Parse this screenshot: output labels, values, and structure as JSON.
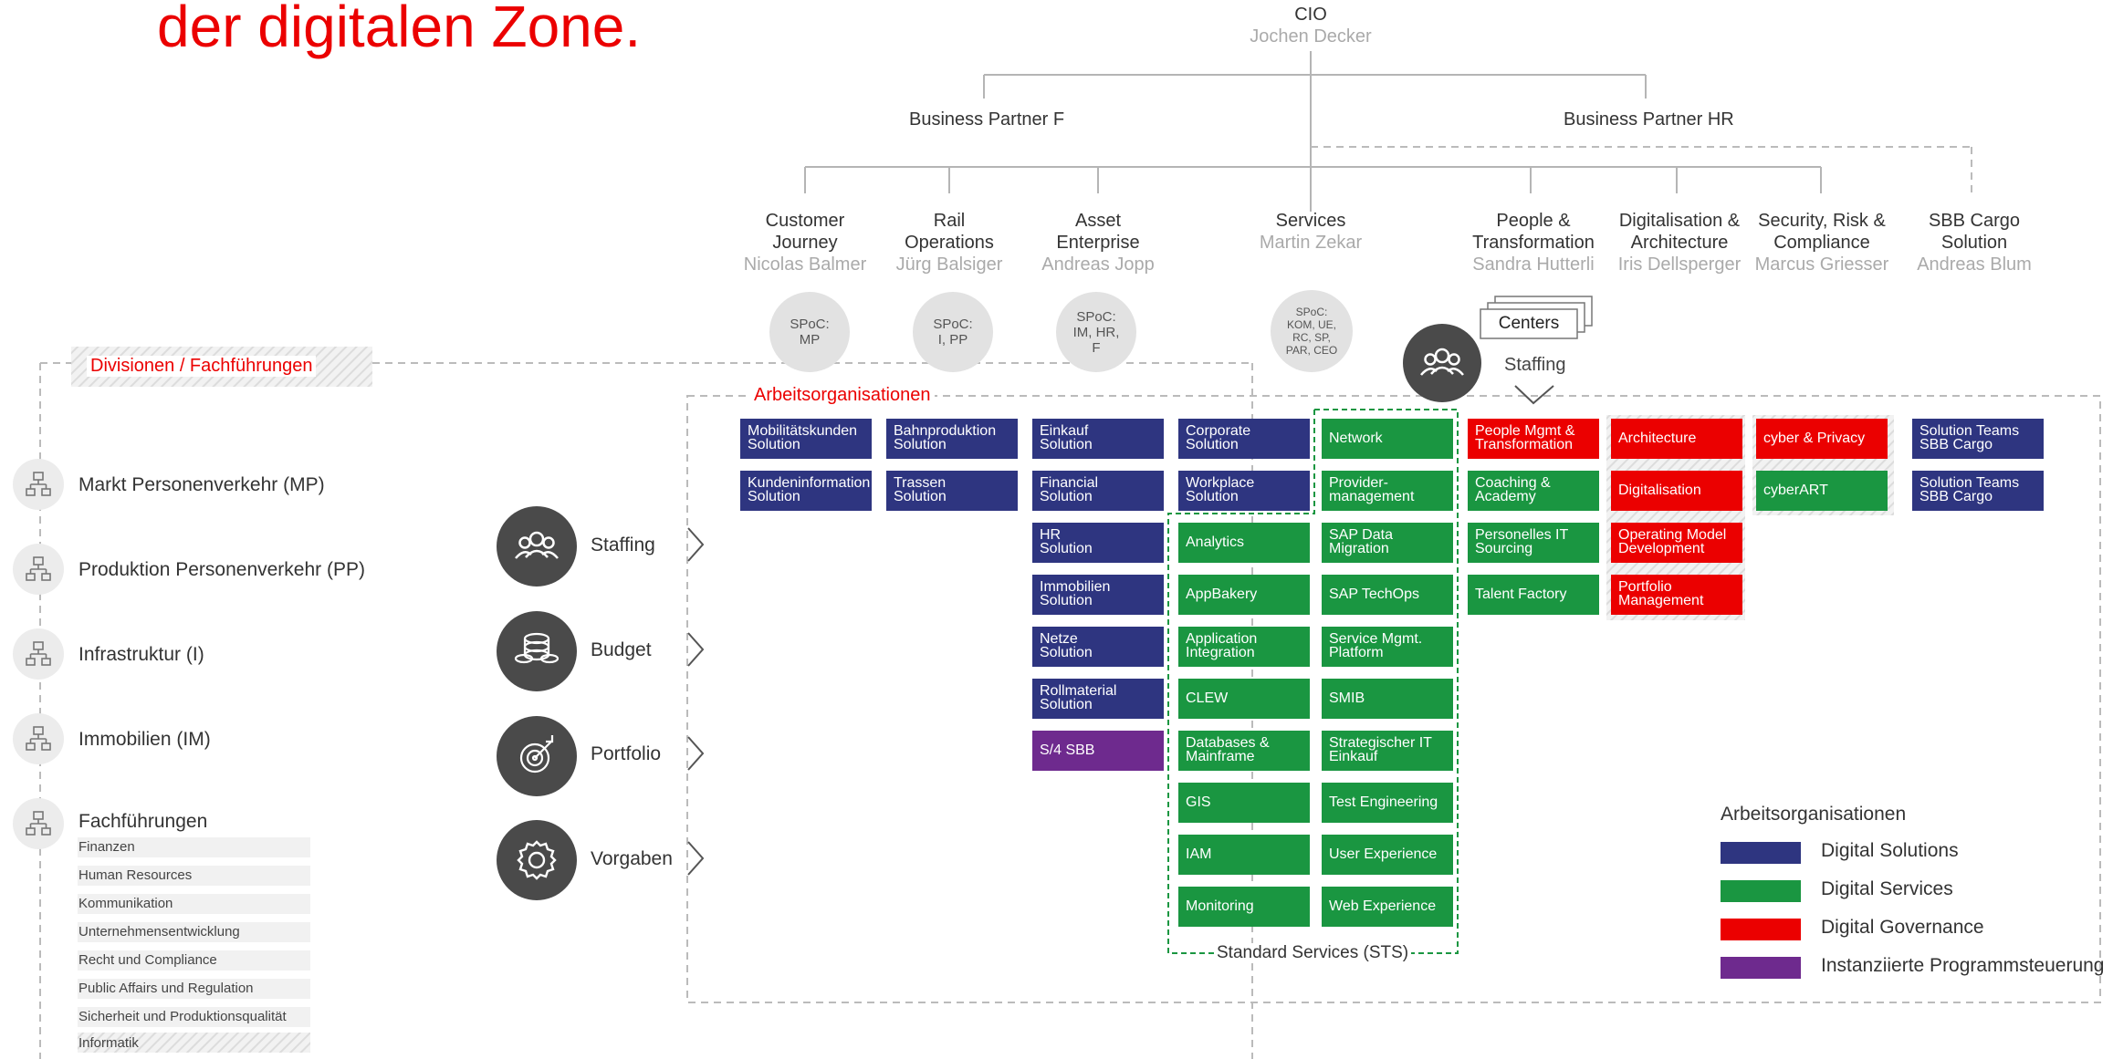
{
  "headline": "der digitalen Zone.",
  "cio": {
    "title": "CIO",
    "name": "Jochen Decker"
  },
  "business_partners": [
    "Business Partner F",
    "Business Partner HR"
  ],
  "units": [
    {
      "title": "Customer\nJourney",
      "name": "Nicolas Balmer",
      "spoc": "SPoC:\nMP"
    },
    {
      "title": "Rail\nOperations",
      "name": "Jürg Balsiger",
      "spoc": "SPoC:\nI, PP"
    },
    {
      "title": "Asset\nEnterprise",
      "name": "Andreas Jopp",
      "spoc": "SPoC:\nIM, HR,\nF"
    },
    {
      "title": "Services",
      "name": "Martin Zekar",
      "spoc": "SPoC:\nKOM, UE,\nRC, SP,\nPAR, CEO"
    },
    {
      "title": "People &\nTransformation",
      "name": "Sandra Hutterli"
    },
    {
      "title": "Digitalisation &\nArchitecture",
      "name": "Iris Dellsperger"
    },
    {
      "title": "Security, Risk &\nCompliance",
      "name": "Marcus Griesser"
    },
    {
      "title": "SBB Cargo\nSolution",
      "name": "Andreas Blum"
    }
  ],
  "centers": {
    "label": "Centers",
    "staffing": "Staffing"
  },
  "divisions": {
    "title": "Divisionen / Fachführungen",
    "items": [
      "Markt Personenverkehr (MP)",
      "Produktion Personenverkehr (PP)",
      "Infrastruktur (I)",
      "Immobilien (IM)",
      "Fachführungen"
    ],
    "fach": [
      "Finanzen",
      "Human Resources",
      "Kommunikation",
      "Unternehmensentwicklung",
      "Recht und Compliance",
      "Public Affairs und Regulation",
      "Sicherheit und Produktionsqualität",
      "Informatik"
    ]
  },
  "processes": [
    "Staffing",
    "Budget",
    "Portfolio",
    "Vorgaben"
  ],
  "arbeitsorg_title": "Arbeitsorganisationen",
  "sts_label": "Standard Services (STS)",
  "colors": {
    "solutions": "#2e3580",
    "services": "#1a9641",
    "governance": "#eb0000",
    "program": "#6e2a8e"
  },
  "boxes": {
    "col1": [
      "Mobilitätskunden\nSolution",
      "Kundeninformation\nSolution"
    ],
    "col2": [
      "Bahnproduktion\nSolution",
      "Trassen\nSolution"
    ],
    "col3": [
      "Einkauf\nSolution",
      "Financial\nSolution",
      "HR\nSolution",
      "Immobilien\nSolution",
      "Netze\nSolution",
      "Rollmaterial\nSolution",
      "S/4 SBB"
    ],
    "col4": [
      "Corporate\nSolution",
      "Workplace\nSolution",
      "Analytics",
      "AppBakery",
      "Application\nIntegration",
      "CLEW",
      "Databases &\nMainframe",
      "GIS",
      "IAM",
      "Monitoring"
    ],
    "col5": [
      "Network",
      "Provider-\nmanagement",
      "SAP Data\nMigration",
      "SAP TechOps",
      "Service Mgmt.\nPlatform",
      "SMIB",
      "Strategischer IT\nEinkauf",
      "Test Engineering",
      "User Experience",
      "Web Experience"
    ],
    "col6": [
      "People Mgmt &\nTransformation",
      "Coaching &\nAcademy",
      "Personelles IT\nSourcing",
      "Talent Factory"
    ],
    "col7": [
      "Architecture",
      "Digitalisation",
      "Operating Model\nDevelopment",
      "Portfolio\nManagement"
    ],
    "col8": [
      "cyber & Privacy",
      "cyberART"
    ],
    "col9": [
      "Solution Teams\nSBB Cargo",
      "Solution Teams\nSBB Cargo"
    ]
  },
  "legend": {
    "title": "Arbeitsorganisationen",
    "items": [
      "Digital Solutions",
      "Digital Services",
      "Digital Governance",
      "Instanziierte Programmsteuerung"
    ]
  }
}
